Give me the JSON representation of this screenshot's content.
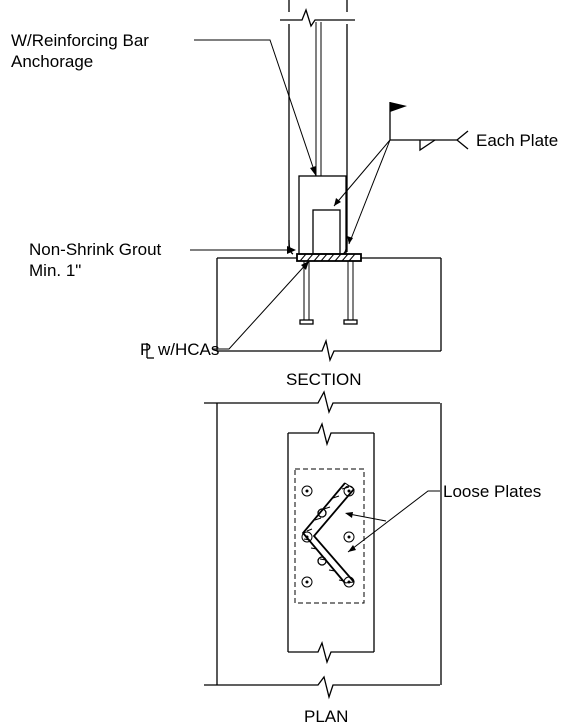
{
  "section": {
    "title": "SECTION",
    "labels": {
      "anchorage_line1": "W/Reinforcing Bar",
      "anchorage_line2": "Anchorage",
      "weld": "Each Plate",
      "grout_line1": "Non-Shrink Grout",
      "grout_line2": "Min. 1\"",
      "base_plate": "P",
      "base_plate_suffix": "w/HCAs"
    }
  },
  "plan": {
    "title": "PLAN",
    "labels": {
      "loose_plates": "Loose Plates"
    }
  }
}
